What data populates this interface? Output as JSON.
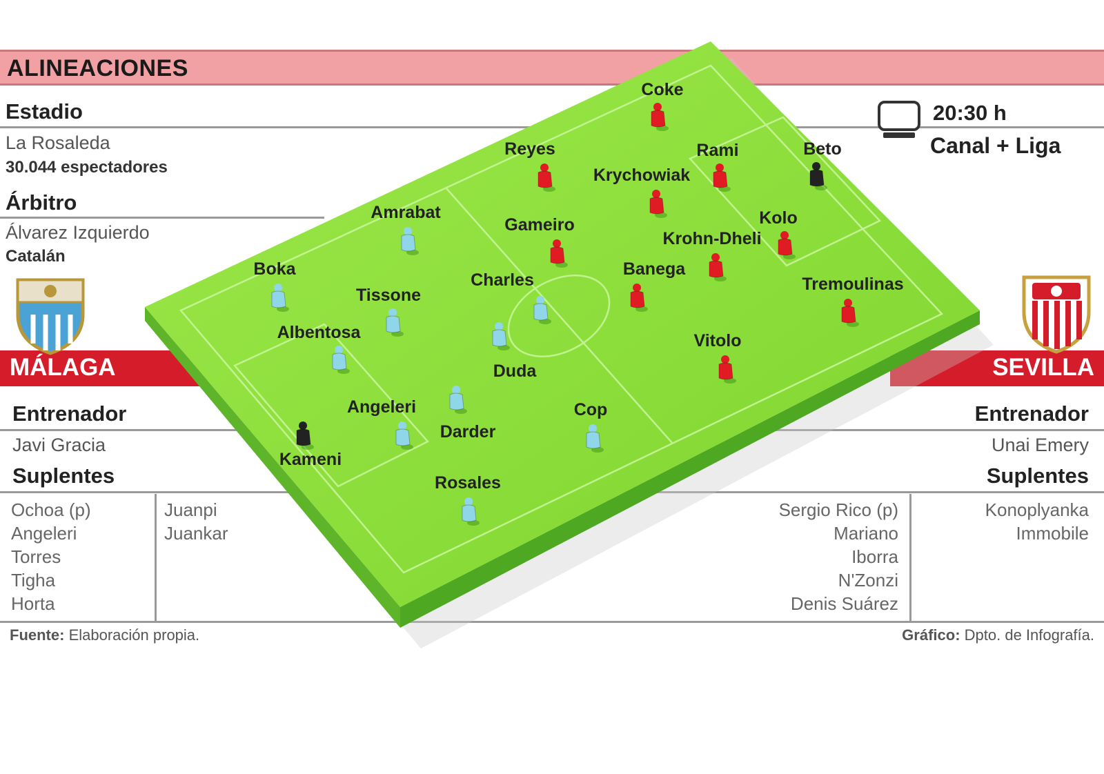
{
  "header": {
    "title": "ALINEACIONES"
  },
  "match": {
    "stadium_label": "Estadio",
    "stadium": "La Rosaleda",
    "spectators": "30.044 espectadores",
    "referee_label": "Árbitro",
    "referee": "Álvarez Izquierdo",
    "referee_region": "Catalán",
    "time": "20:30 h",
    "tv": "Canal + Liga"
  },
  "home": {
    "name": "MÁLAGA",
    "coach_label": "Entrenador",
    "coach": "Javi Gracia",
    "subs_label": "Suplentes",
    "subs_col1": [
      "Ochoa (p)",
      "Angeleri",
      "Torres",
      "Tigha",
      "Horta"
    ],
    "subs_col2": [
      "Juanpi",
      "Juankar"
    ],
    "players": [
      "Kameni",
      "Rosales",
      "Angeleri",
      "Albentosa",
      "Boka",
      "Darder",
      "Tissone",
      "Amrabat",
      "Duda",
      "Charles",
      "Cop"
    ]
  },
  "away": {
    "name": "SEVILLA",
    "coach_label": "Entrenador",
    "coach": "Unai Emery",
    "subs_label": "Suplentes",
    "subs_col1": [
      "Sergio Rico (p)",
      "Mariano",
      "Iborra",
      "N'Zonzi",
      "Denis Suárez"
    ],
    "subs_col2": [
      "Konoplyanka",
      "Immobile"
    ],
    "players": [
      "Beto",
      "Coke",
      "Rami",
      "Kolo",
      "Tremoulinas",
      "Krychowiak",
      "Krohn-Dheli",
      "Reyes",
      "Banega",
      "Vitolo",
      "Gameiro"
    ]
  },
  "footer": {
    "source_label": "Fuente:",
    "source": "Elaboración propia.",
    "graphic_label": "Gráfico:",
    "graphic": "Dpto. de Infografía."
  },
  "colors": {
    "title_bar": "#f1a1a4",
    "team_bar": "#d51c2a",
    "pitch": "#8ee03a",
    "home_kit": "#8fd6e8",
    "away_kit": "#e01b24",
    "keeper_kit": "#222222"
  }
}
